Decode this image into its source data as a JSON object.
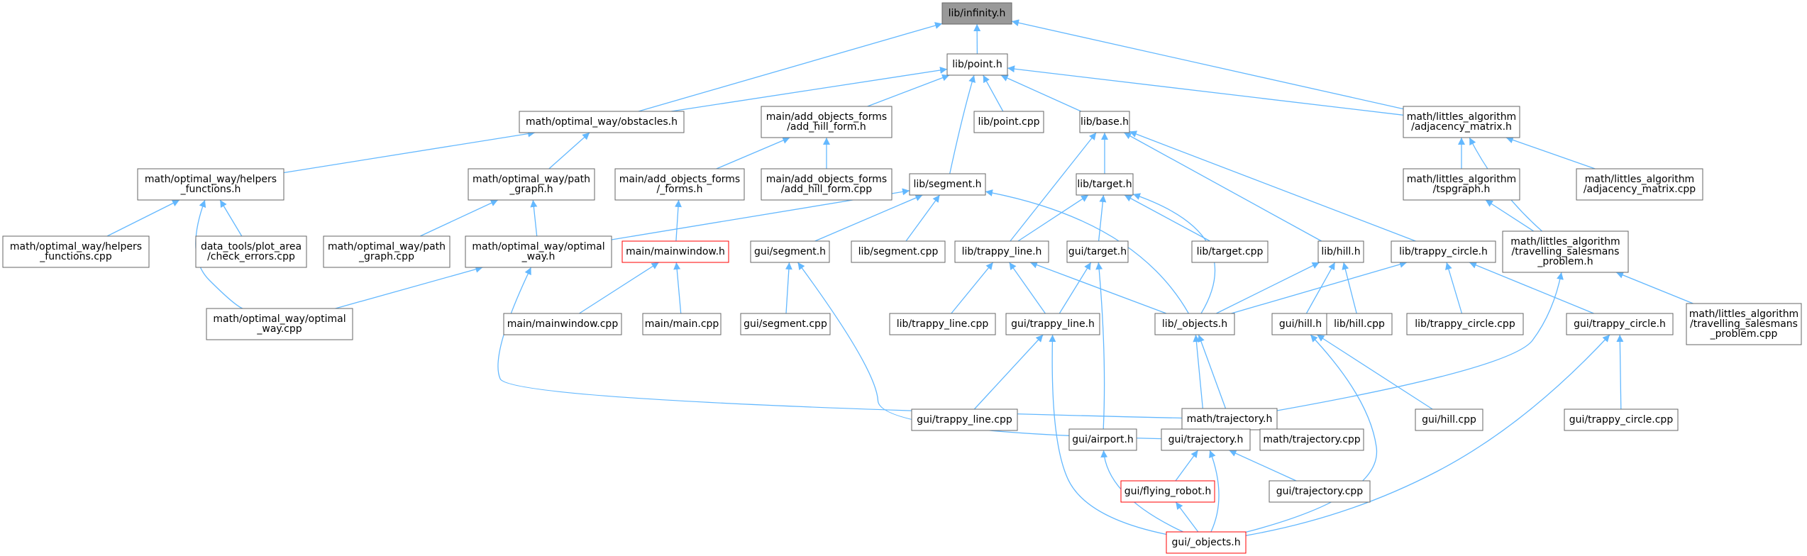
{
  "graph": {
    "colors": {
      "edge": "#63b8ff",
      "node_border": "#666666",
      "root_fill": "#999999",
      "highlight_border": "#ff0000",
      "fill": "#ffffff",
      "text": "#000000"
    },
    "nodes": [
      {
        "id": "n_infinity",
        "lines": [
          "lib/infinity.h"
        ],
        "kind": "root"
      },
      {
        "id": "n_point",
        "lines": [
          "lib/point.h"
        ],
        "kind": "normal"
      },
      {
        "id": "n_obstacles",
        "lines": [
          "math/optimal_way/obstacles.h"
        ],
        "kind": "normal"
      },
      {
        "id": "n_add_hill_form",
        "lines": [
          "main/add_objects_forms",
          "/add_hill_form.h"
        ],
        "kind": "normal"
      },
      {
        "id": "n_point_cpp",
        "lines": [
          "lib/point.cpp"
        ],
        "kind": "normal"
      },
      {
        "id": "n_base",
        "lines": [
          "lib/base.h"
        ],
        "kind": "normal"
      },
      {
        "id": "n_adj_h",
        "lines": [
          "math/littles_algorithm",
          "/adjacency_matrix.h"
        ],
        "kind": "normal"
      },
      {
        "id": "n_helpers_h",
        "lines": [
          "math/optimal_way/helpers",
          "_functions.h"
        ],
        "kind": "normal"
      },
      {
        "id": "n_path_graph_h",
        "lines": [
          "math/optimal_way/path",
          "_graph.h"
        ],
        "kind": "normal"
      },
      {
        "id": "n_forms_h",
        "lines": [
          "main/add_objects_forms",
          "/_forms.h"
        ],
        "kind": "normal"
      },
      {
        "id": "n_add_hill_form_cpp",
        "lines": [
          "main/add_objects_forms",
          "/add_hill_form.cpp"
        ],
        "kind": "normal"
      },
      {
        "id": "n_segment",
        "lines": [
          "lib/segment.h"
        ],
        "kind": "normal"
      },
      {
        "id": "n_target",
        "lines": [
          "lib/target.h"
        ],
        "kind": "normal"
      },
      {
        "id": "n_tspgraph",
        "lines": [
          "math/littles_algorithm",
          "/tspgraph.h"
        ],
        "kind": "normal"
      },
      {
        "id": "n_adj_cpp",
        "lines": [
          "math/littles_algorithm",
          "/adjacency_matrix.cpp"
        ],
        "kind": "normal"
      },
      {
        "id": "n_helpers_cpp",
        "lines": [
          "math/optimal_way/helpers",
          "_functions.cpp"
        ],
        "kind": "normal"
      },
      {
        "id": "n_check_errors",
        "lines": [
          "data_tools/plot_area",
          "/check_errors.cpp"
        ],
        "kind": "normal"
      },
      {
        "id": "n_path_graph_cpp",
        "lines": [
          "math/optimal_way/path",
          "_graph.cpp"
        ],
        "kind": "normal"
      },
      {
        "id": "n_optimal_way_h",
        "lines": [
          "math/optimal_way/optimal",
          "_way.h"
        ],
        "kind": "normal"
      },
      {
        "id": "n_mainwindow_h",
        "lines": [
          "main/mainwindow.h"
        ],
        "kind": "highlight"
      },
      {
        "id": "n_gui_segment_h",
        "lines": [
          "gui/segment.h"
        ],
        "kind": "normal"
      },
      {
        "id": "n_segment_cpp",
        "lines": [
          "lib/segment.cpp"
        ],
        "kind": "normal"
      },
      {
        "id": "n_trappy_line_h",
        "lines": [
          "lib/trappy_line.h"
        ],
        "kind": "normal"
      },
      {
        "id": "n_gui_target_h",
        "lines": [
          "gui/target.h"
        ],
        "kind": "normal"
      },
      {
        "id": "n_target_cpp",
        "lines": [
          "lib/target.cpp"
        ],
        "kind": "normal"
      },
      {
        "id": "n_hill_h",
        "lines": [
          "lib/hill.h"
        ],
        "kind": "normal"
      },
      {
        "id": "n_trappy_circle_h",
        "lines": [
          "lib/trappy_circle.h"
        ],
        "kind": "normal"
      },
      {
        "id": "n_tsp_h",
        "lines": [
          "math/littles_algorithm",
          "/travelling_salesmans",
          "_problem.h"
        ],
        "kind": "normal"
      },
      {
        "id": "n_optimal_way_cpp",
        "lines": [
          "math/optimal_way/optimal",
          "_way.cpp"
        ],
        "kind": "normal"
      },
      {
        "id": "n_mainwindow_cpp",
        "lines": [
          "main/mainwindow.cpp"
        ],
        "kind": "normal"
      },
      {
        "id": "n_main_cpp",
        "lines": [
          "main/main.cpp"
        ],
        "kind": "normal"
      },
      {
        "id": "n_gui_segment_cpp",
        "lines": [
          "gui/segment.cpp"
        ],
        "kind": "normal"
      },
      {
        "id": "n_trappy_line_cpp",
        "lines": [
          "lib/trappy_line.cpp"
        ],
        "kind": "normal"
      },
      {
        "id": "n_gui_trappy_line_h",
        "lines": [
          "gui/trappy_line.h"
        ],
        "kind": "normal"
      },
      {
        "id": "n_lib_objects",
        "lines": [
          "lib/_objects.h"
        ],
        "kind": "normal"
      },
      {
        "id": "n_gui_hill_h",
        "lines": [
          "gui/hill.h"
        ],
        "kind": "normal"
      },
      {
        "id": "n_hill_cpp",
        "lines": [
          "lib/hill.cpp"
        ],
        "kind": "normal"
      },
      {
        "id": "n_trappy_circle_cpp",
        "lines": [
          "lib/trappy_circle.cpp"
        ],
        "kind": "normal"
      },
      {
        "id": "n_gui_trappy_circle_h",
        "lines": [
          "gui/trappy_circle.h"
        ],
        "kind": "normal"
      },
      {
        "id": "n_tsp_cpp",
        "lines": [
          "math/littles_algorithm",
          "/travelling_salesmans",
          "_problem.cpp"
        ],
        "kind": "normal"
      },
      {
        "id": "n_gui_trappy_line_cpp",
        "lines": [
          "gui/trappy_line.cpp"
        ],
        "kind": "normal"
      },
      {
        "id": "n_math_trajectory_h",
        "lines": [
          "math/trajectory.h"
        ],
        "kind": "normal"
      },
      {
        "id": "n_gui_hill_cpp",
        "lines": [
          "gui/hill.cpp"
        ],
        "kind": "normal"
      },
      {
        "id": "n_gui_trappy_circle_cpp",
        "lines": [
          "gui/trappy_circle.cpp"
        ],
        "kind": "normal"
      },
      {
        "id": "n_gui_airport_h",
        "lines": [
          "gui/airport.h"
        ],
        "kind": "normal"
      },
      {
        "id": "n_gui_trajectory_h",
        "lines": [
          "gui/trajectory.h"
        ],
        "kind": "normal"
      },
      {
        "id": "n_math_trajectory_cpp",
        "lines": [
          "math/trajectory.cpp"
        ],
        "kind": "normal"
      },
      {
        "id": "n_flying_robot_h",
        "lines": [
          "gui/flying_robot.h"
        ],
        "kind": "highlight"
      },
      {
        "id": "n_gui_trajectory_cpp",
        "lines": [
          "gui/trajectory.cpp"
        ],
        "kind": "normal"
      },
      {
        "id": "n_gui_objects",
        "lines": [
          "gui/_objects.h"
        ],
        "kind": "highlight"
      }
    ]
  }
}
